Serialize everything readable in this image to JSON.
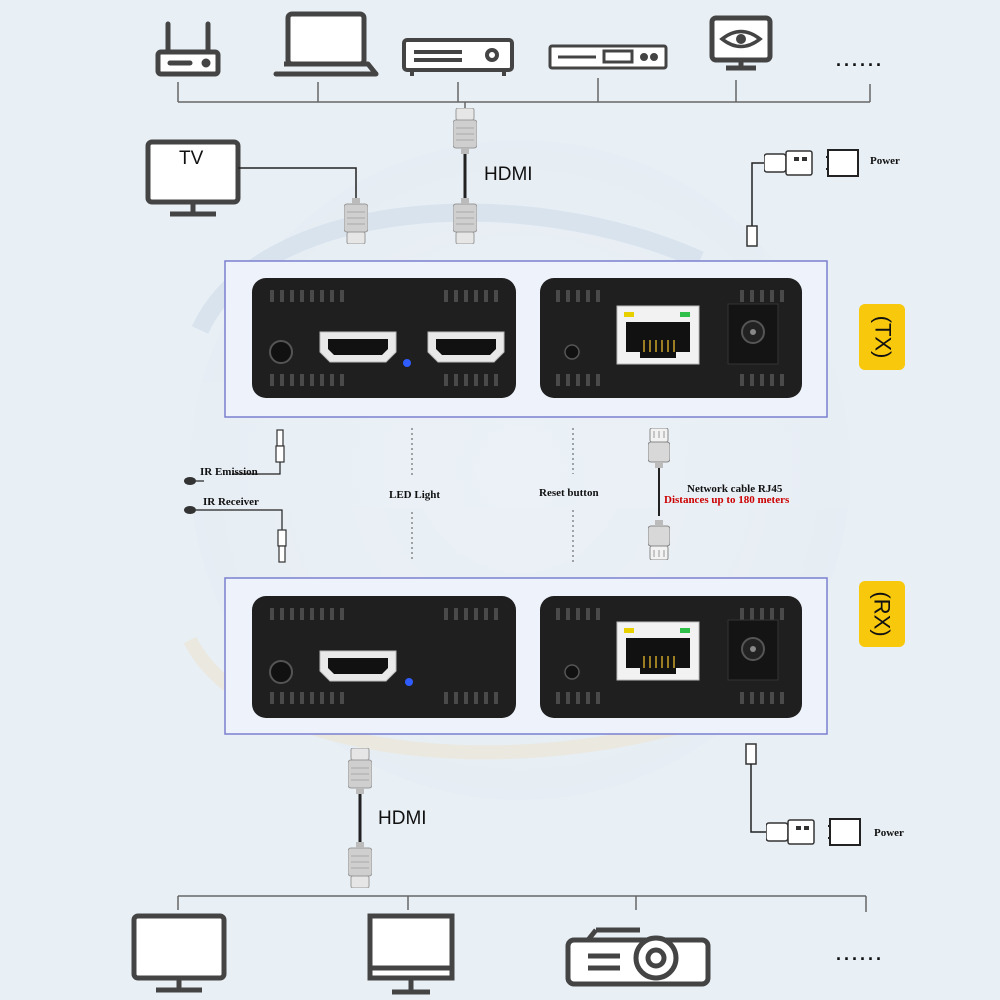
{
  "labels": {
    "tv": "TV",
    "hdmi_top": "HDMI",
    "hdmi_bottom": "HDMI",
    "power_top": "Power",
    "power_bottom": "Power",
    "tx": "(TX)",
    "rx": "(RX)",
    "ir_emission": "IR Emission",
    "ir_receiver": "IR Receiver",
    "led_light": "LED Light",
    "reset_button": "Reset button",
    "network_cable": "Network cable RJ45",
    "distance": "Distances up to 180 meters",
    "more_sources": "......",
    "more_displays": "......"
  },
  "icons": {
    "sources": [
      "router-icon",
      "laptop-icon",
      "dvd-player-icon",
      "set-top-box-icon",
      "surveillance-monitor-icon"
    ],
    "displays": [
      "monitor-icon",
      "tv-display-icon",
      "projector-icon"
    ]
  },
  "colors": {
    "background": "#e8eff5",
    "icon_stroke": "#444444",
    "device_frame": "#7a7fd0",
    "device_body": "#1f1f1f",
    "badge": "#f8c80c",
    "distance_text": "#cc0000",
    "led": "#2f5cff"
  }
}
